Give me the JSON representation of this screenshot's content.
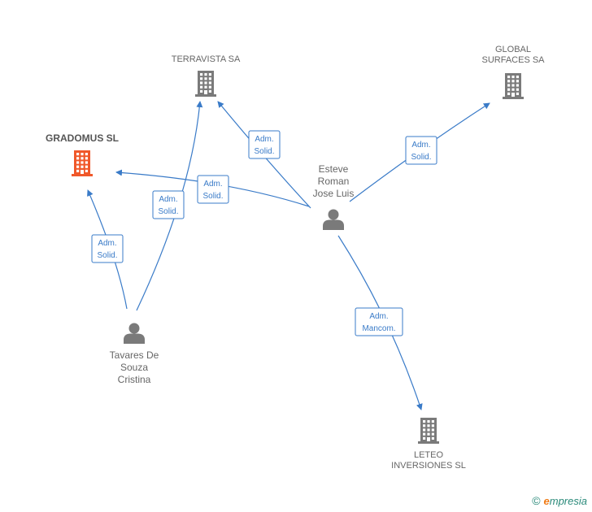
{
  "companies": [
    {
      "id": "terravista",
      "lines": [
        "TERRAVISTA SA"
      ],
      "color": "#7a7a7a",
      "main": false
    },
    {
      "id": "global",
      "lines": [
        "GLOBAL",
        "SURFACES SA"
      ],
      "color": "#7a7a7a",
      "main": false
    },
    {
      "id": "gradomus",
      "lines": [
        "GRADOMUS SL"
      ],
      "color": "#f0582a",
      "main": true
    },
    {
      "id": "leteo",
      "lines": [
        "LETEO",
        "INVERSIONES SL"
      ],
      "color": "#7a7a7a",
      "main": false
    }
  ],
  "persons": [
    {
      "id": "esteve",
      "lines": [
        "Esteve",
        "Roman",
        "Jose Luis"
      ],
      "color": "#7a7a7a"
    },
    {
      "id": "tavares",
      "lines": [
        "Tavares De",
        "Souza",
        "Cristina"
      ],
      "color": "#7a7a7a"
    }
  ],
  "edges": [
    {
      "id": "e1",
      "from": "esteve",
      "to": "terravista",
      "label": [
        "Adm.",
        "Solid."
      ]
    },
    {
      "id": "e2",
      "from": "esteve",
      "to": "global",
      "label": [
        "Adm.",
        "Solid."
      ]
    },
    {
      "id": "e3",
      "from": "esteve",
      "to": "gradomus",
      "label": [
        "Adm.",
        "Solid."
      ]
    },
    {
      "id": "e4",
      "from": "esteve",
      "to": "leteo",
      "label": [
        "Adm.",
        "Mancom."
      ]
    },
    {
      "id": "e5",
      "from": "tavares",
      "to": "gradomus",
      "label": [
        "Adm.",
        "Solid."
      ]
    },
    {
      "id": "e6",
      "from": "tavares",
      "to": "terravista",
      "label": [
        "Adm.",
        "Solid."
      ]
    }
  ],
  "footer": {
    "copyright_symbol": "©",
    "brand_first": "e",
    "brand_rest": "mpresia"
  },
  "colors": {
    "edge": "#3a7bc8",
    "accent": "#f0582a"
  }
}
